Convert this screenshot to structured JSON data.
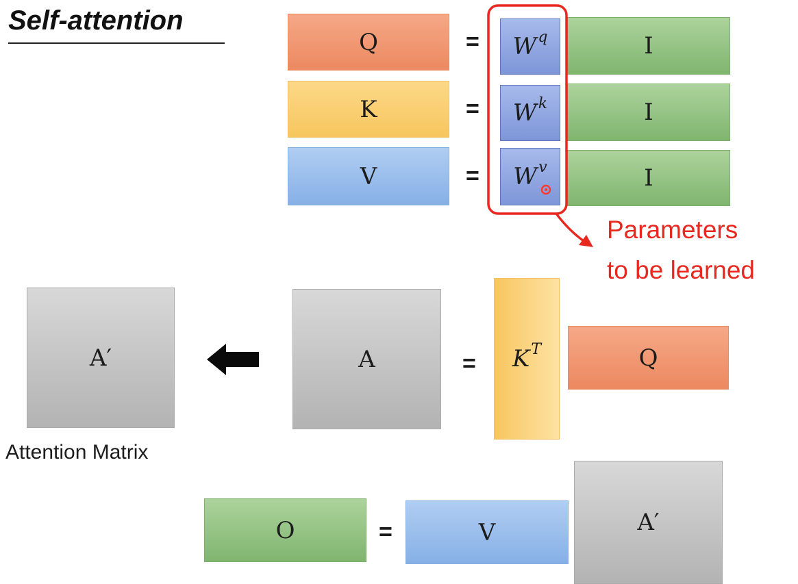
{
  "title": "Self-attention",
  "equations": {
    "q_row": {
      "lhs": "Q",
      "equals": "=",
      "w_base": "W",
      "w_sup": "q",
      "rhs": "I"
    },
    "k_row": {
      "lhs": "K",
      "equals": "=",
      "w_base": "W",
      "w_sup": "k",
      "rhs": "I"
    },
    "v_row": {
      "lhs": "V",
      "equals": "=",
      "w_base": "W",
      "w_sup": "v",
      "rhs": "I"
    }
  },
  "params_note": {
    "line1": "Parameters",
    "line2": "to be learned"
  },
  "attention": {
    "a_prime": "A′",
    "a": "A",
    "equals": "=",
    "kt_base": "K",
    "kt_sup": "T",
    "q": "Q",
    "caption": "Attention Matrix"
  },
  "output": {
    "o": "O",
    "equals": "=",
    "v": "V",
    "a_prime": "A′"
  },
  "colors": {
    "query": "#ee8c63",
    "key": "#f9cd6f",
    "value": "#9bbfec",
    "input_output": "#93c383",
    "weights": "#8ea5e0",
    "attention": "#c6c6c6",
    "highlight_red": "#e8281e"
  }
}
